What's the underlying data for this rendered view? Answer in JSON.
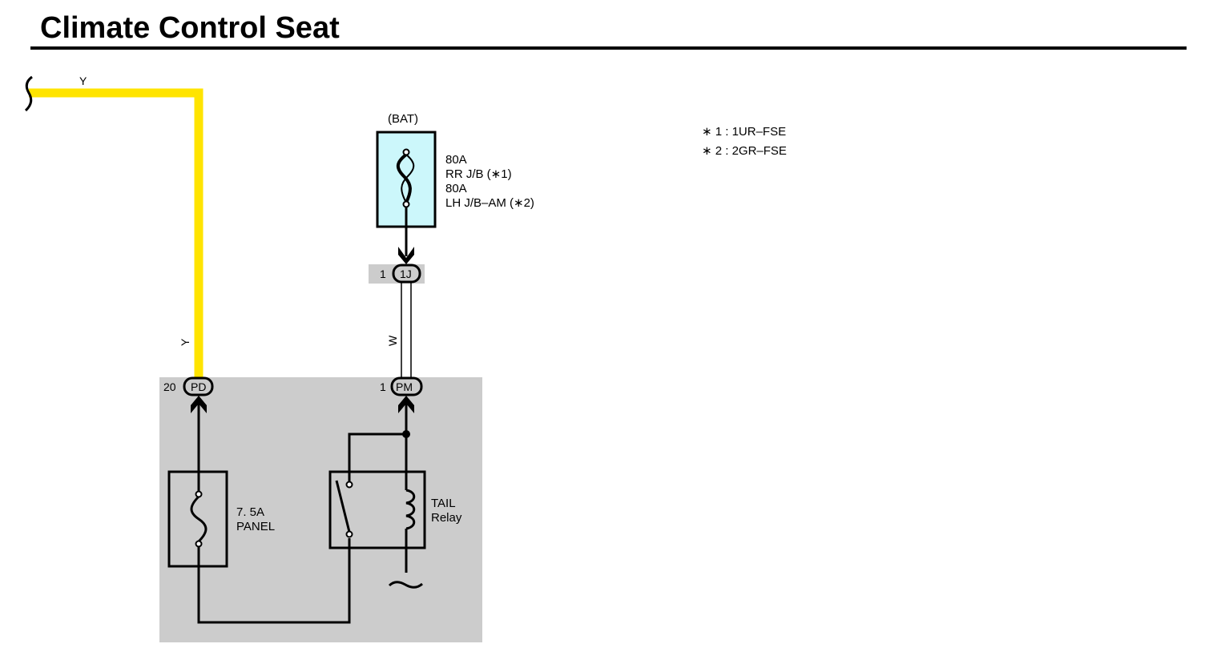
{
  "title": "Climate Control Seat",
  "notes": [
    "∗ 1 : 1UR–FSE",
    "∗ 2 : 2GR–FSE"
  ],
  "battery": {
    "source_label": "(BAT)",
    "fuse_lines": [
      "80A",
      "RR J/B (∗1)",
      "80A",
      "LH J/B–AM (∗2)"
    ]
  },
  "wires": {
    "yellow_top": "Y",
    "yellow_vertical": "Y",
    "white": "W"
  },
  "connectors": {
    "j1": {
      "pin": "1",
      "name": "1J"
    },
    "pd": {
      "pin": "20",
      "name": "PD"
    },
    "pm": {
      "pin": "1",
      "name": "PM"
    }
  },
  "panel_fuse": {
    "line1": "7. 5A",
    "line2": "PANEL"
  },
  "tail_relay": {
    "line1": "TAIL",
    "line2": "Relay"
  },
  "colors": {
    "yellow_wire": "#ffe400",
    "junction_box": "#cccccc",
    "fuse_box_fill": "#ccf7fb",
    "line": "#000000"
  }
}
